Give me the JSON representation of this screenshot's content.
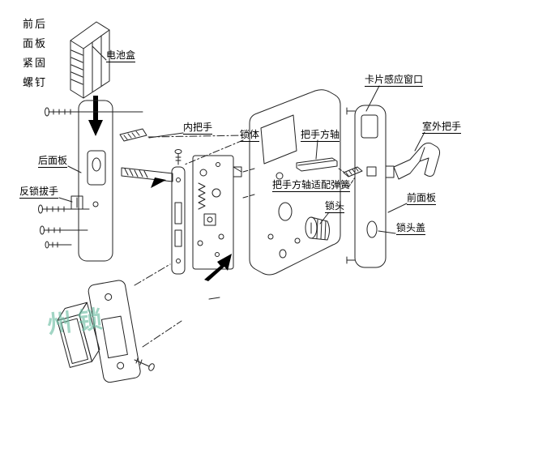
{
  "diagram": {
    "watermark": "州锁",
    "labels": [
      {
        "id": "front-back-panel-screws",
        "text": "前后面板紧固螺钉"
      },
      {
        "id": "battery-box",
        "text": "电池盒"
      },
      {
        "id": "inner-handle",
        "text": "内把手"
      },
      {
        "id": "lock-body",
        "text": "锁体"
      },
      {
        "id": "handle-square-shaft",
        "text": "把手方轴"
      },
      {
        "id": "card-sensor-window",
        "text": "卡片感应窗口"
      },
      {
        "id": "outdoor-handle",
        "text": "室外把手"
      },
      {
        "id": "back-panel",
        "text": "后面板"
      },
      {
        "id": "anti-lock-knob",
        "text": "反锁拔手"
      },
      {
        "id": "shaft-adapter-spring",
        "text": "把手方轴适配弹簧"
      },
      {
        "id": "lock-cylinder",
        "text": "锁头"
      },
      {
        "id": "front-panel",
        "text": "前面板"
      },
      {
        "id": "lock-cylinder-cover",
        "text": "锁头盖"
      }
    ]
  }
}
